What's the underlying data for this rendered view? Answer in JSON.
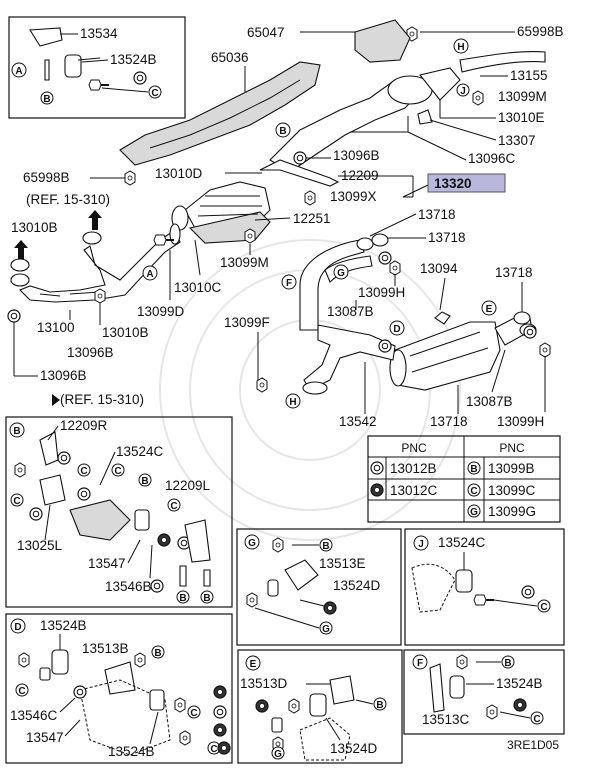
{
  "labels": {
    "p13534": "13534",
    "p13524b_a": "13524B",
    "p65047": "65047",
    "p65998b_t": "65998B",
    "p65036": "65036",
    "p13155": "13155",
    "p13099m_t": "13099M",
    "p13010e": "13010E",
    "p13307": "13307",
    "p13096c": "13096C",
    "p13096b_t": "13096B",
    "p12209": "12209",
    "p13099x": "13099X",
    "p13320": "13320",
    "p65998b_l": "65998B",
    "p13010d": "13010D",
    "ref1": "(REF. 15-310)",
    "p13010b_l": "13010B",
    "p12251": "12251",
    "p13718_a": "13718",
    "p13718_b": "13718",
    "p13094": "13094",
    "p13718_c": "13718",
    "p13099m_m": "13099M",
    "p13010c": "13010C",
    "p13099h_m": "13099H",
    "p13087b_m": "13087B",
    "p13099d": "13099D",
    "p13100": "13100",
    "p13010b_b": "13010B",
    "p13096b_b": "13096B",
    "p13096b_bb": "13096B",
    "p13099f": "13099F",
    "ref2": "(REF. 15-310)",
    "p13542": "13542",
    "p13718_d": "13718",
    "p13087b_r": "13087B",
    "p13099h_r": "13099H",
    "bB_12209r": "12209R",
    "bB_13524c": "13524C",
    "bB_12209l": "12209L",
    "bB_13025l": "13025L",
    "bB_13547": "13547",
    "bB_13546b": "13546B",
    "bG_13513e": "13513E",
    "bG_13524d": "13524D",
    "bJ_13524c": "13524C",
    "bD_13524b": "13524B",
    "bD_13513b": "13513B",
    "bD_13546c": "13546C",
    "bD_13547": "13547",
    "bD_13524b2": "13524B",
    "bE_13513d": "13513D",
    "bE_13524d": "13524D",
    "bF_13524b": "13524B",
    "bF_13513c": "13513C",
    "code": "3RE1D05"
  },
  "pnc": {
    "header": "PNC",
    "rows": [
      {
        "icon": "open-ring",
        "code": "13012B",
        "icon2": "B",
        "code2": "13099B"
      },
      {
        "icon": "filled-ring",
        "code": "13012C",
        "icon2": "C",
        "code2": "13099C"
      },
      {
        "icon": "",
        "code": "",
        "icon2": "G",
        "code2": "13099G"
      }
    ]
  },
  "callouts": [
    "A",
    "B",
    "C",
    "D",
    "E",
    "F",
    "G",
    "H",
    "J"
  ],
  "colors": {
    "highlight": "#b8b8dc",
    "line": "#111111"
  }
}
